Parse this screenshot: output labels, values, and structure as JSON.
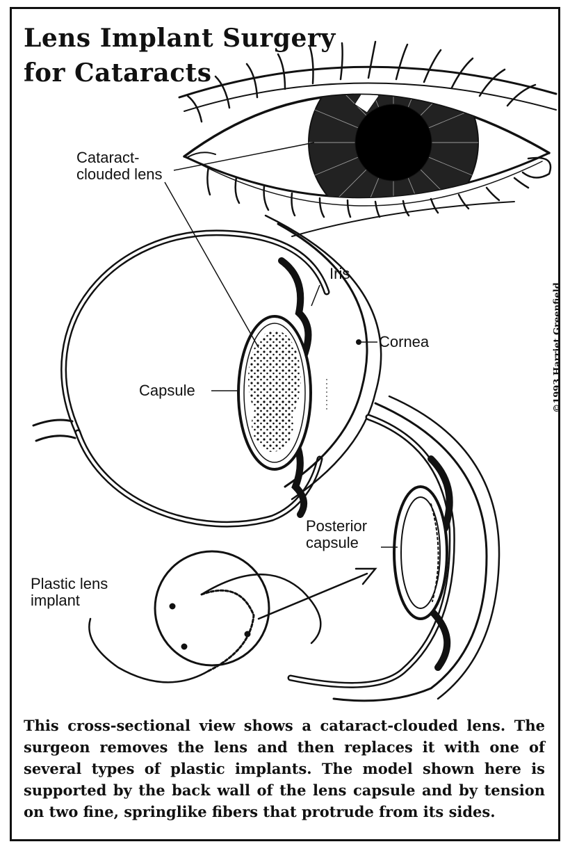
{
  "title": {
    "line1": "Lens Implant Surgery",
    "line2": "for Cataracts"
  },
  "labels": {
    "cataract_lens_line1": "Cataract-",
    "cataract_lens_line2": "clouded lens",
    "iris": "Iris",
    "cornea": "Cornea",
    "capsule": "Capsule",
    "posterior_capsule_line1": "Posterior",
    "posterior_capsule_line2": "capsule",
    "plastic_lens_line1": "Plastic lens",
    "plastic_lens_line2": "implant"
  },
  "credit": "©1993 Harriet Greenfield",
  "caption": "This cross-sectional view shows a cataract-clouded lens. The surgeon removes the lens and then replaces it with one of several types of plastic implants. The model shown here is supported by the back wall of the lens capsule and by tension on two fine, springlike fibers that protrude from its sides."
}
